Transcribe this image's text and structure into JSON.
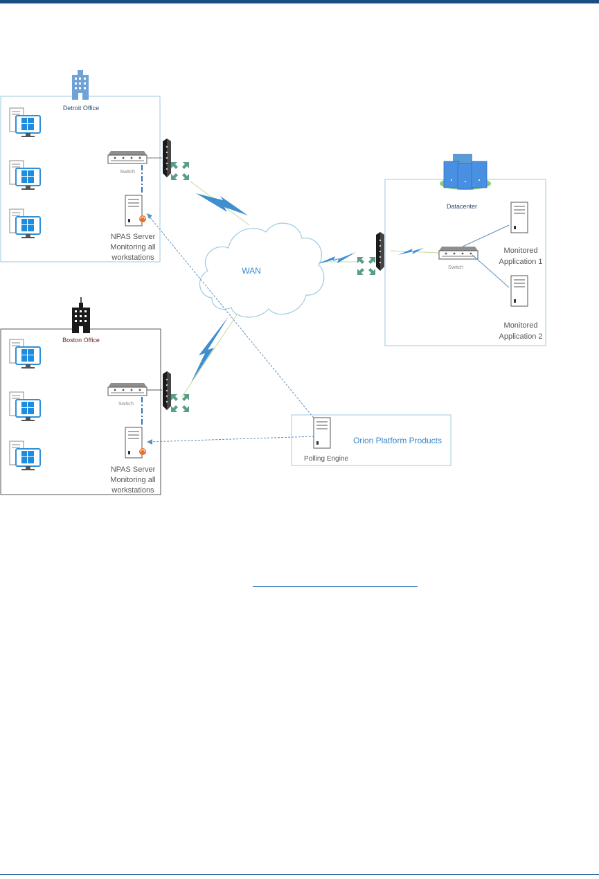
{
  "diagram": {
    "detroit_office": {
      "title": "Detroit Office",
      "switch_label": "Switch",
      "server_line1": "NPAS Server",
      "server_line2": "Monitoring all",
      "server_line3": "workstations"
    },
    "boston_office": {
      "title": "Boston Office",
      "switch_label": "Switch",
      "server_line1": "NPAS Server",
      "server_line2": "Monitoring all",
      "server_line3": "workstations"
    },
    "wan_label": "WAN",
    "datacenter": {
      "title": "Datacenter",
      "switch_label": "Switch",
      "app1_line1": "Monitored",
      "app1_line2": "Application 1",
      "app2_line1": "Monitored",
      "app2_line2": "Application 2"
    },
    "orion": {
      "title": "Orion Platform Products",
      "polling_engine": "Polling Engine"
    },
    "colors": {
      "accent_blue": "#1b4e80",
      "icon_blue": "#2f8fd8",
      "lightning": "#3f8fcf",
      "box_border": "#9ecae1",
      "dashed_link": "#5a8fc2",
      "router_green": "#5b9e87",
      "wan_link": "#c5d99c",
      "npas_badge": "#e8732a"
    }
  }
}
